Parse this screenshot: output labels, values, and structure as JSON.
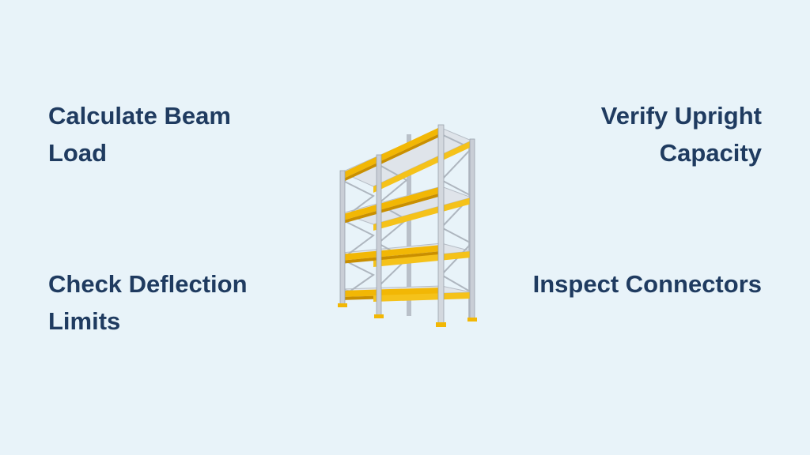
{
  "tips": {
    "top_left": "Calculate Beam Load",
    "top_right": "Verify Upright Capacity",
    "bottom_left": "Check Deflection Limits",
    "bottom_right": "Inspect Connectors"
  },
  "illustration": {
    "icon": "pallet-rack-illustration",
    "colors": {
      "beam": "#f2b705",
      "beam_shadow": "#c98f00",
      "upright": "#c9ced6",
      "upright_dark": "#9aa3ad",
      "deck": "#dfe4ea",
      "text": "#1f3b60",
      "background": "#e8f3f9"
    }
  }
}
